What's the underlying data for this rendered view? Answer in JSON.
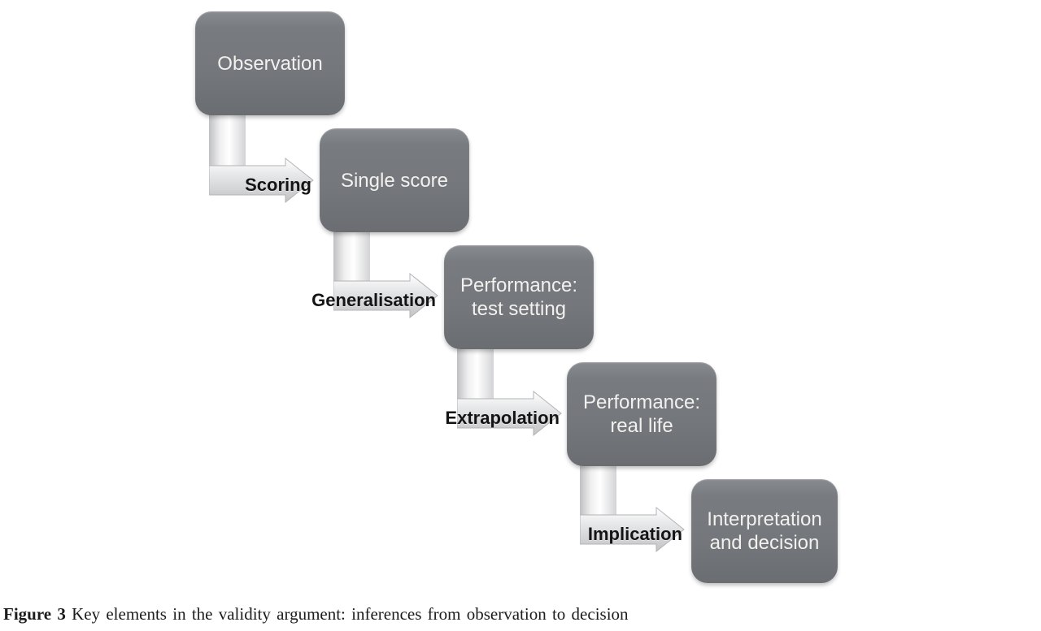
{
  "figure": {
    "caption_label": "Figure 3",
    "caption_text": " Key elements in the validity argument: inferences from observation to decision"
  },
  "diagram": {
    "type": "stepped-flow",
    "boxes": [
      {
        "label": "Observation"
      },
      {
        "label": "Single score"
      },
      {
        "label": "Performance: test setting"
      },
      {
        "label": "Performance: real life"
      },
      {
        "label": "Interpretation and decision"
      }
    ],
    "inferences": [
      {
        "label": "Scoring",
        "from": "Observation",
        "to": "Single score"
      },
      {
        "label": "Generalisation",
        "from": "Single score",
        "to": "Performance: test setting"
      },
      {
        "label": "Extrapolation",
        "from": "Performance: test setting",
        "to": "Performance: real life"
      },
      {
        "label": "Implication",
        "from": "Performance: real life",
        "to": "Interpretation and decision"
      }
    ],
    "colors": {
      "box_fill": "#74777c",
      "box_text": "#f2f1ee",
      "arrow_fill_light": "#ffffff",
      "arrow_fill_dark": "#c7c8ca",
      "label_text": "#141414",
      "background": "#ffffff"
    }
  }
}
